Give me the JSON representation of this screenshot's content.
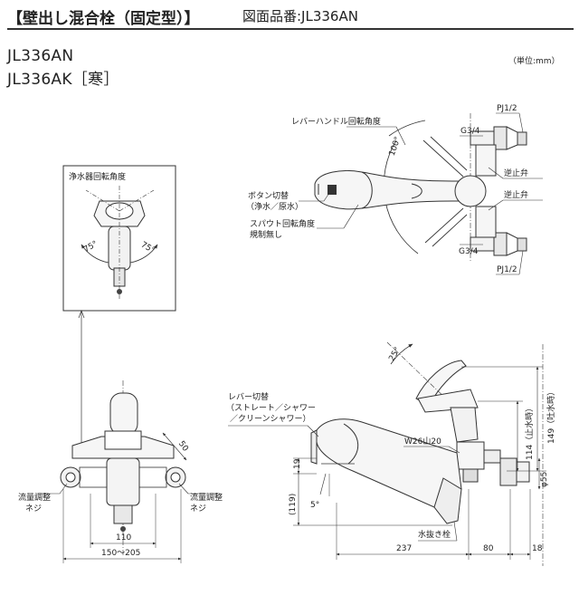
{
  "header": {
    "title": "【壁出し混合栓（固定型）】",
    "drawing_no": "図面品番:JL336AN"
  },
  "models": [
    "JL336AN",
    "JL336AK［寒］"
  ],
  "unit": "（単位:mm）",
  "labels": {
    "filter_rotation": "浄水器回転角度",
    "angle_75": "75°",
    "lever_rotation": "レバーハンドル回転角度",
    "angle_100": "100°",
    "g34": "G3/4",
    "pj12": "PJ1/2",
    "check_valve": "逆止弁",
    "button_switch": "ボタン切替",
    "button_switch_sub": "（浄水／原水）",
    "spout_rotation": "スパウト回転角度",
    "spout_rotation_sub": "規制無し",
    "angle_25": "25°",
    "lever_switch": "レバー切替",
    "lever_switch_sub1": "（ストレート／シャワー",
    "lever_switch_sub2": "／クリーンシャワー）",
    "w26": "W26山20",
    "angle_5": "5°",
    "drain_plug": "水抜き栓",
    "flow_screw": "流量調整",
    "flow_screw_sub": "ネジ"
  },
  "dimensions": {
    "d50": "50",
    "d110": "110",
    "d150_205": "150～205",
    "d19": "19",
    "d119": "(119)",
    "d114": "114（止水時）",
    "d149": "149（吐水時）",
    "d55": "φ55",
    "d237": "237",
    "d80": "80",
    "d18": "18"
  }
}
